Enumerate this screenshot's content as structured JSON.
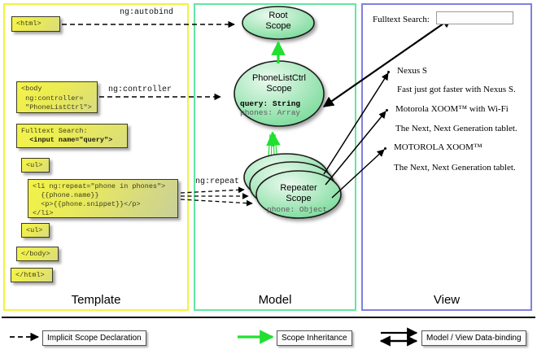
{
  "panels": {
    "template": {
      "label": "Template",
      "border_color": "#f2f240"
    },
    "model": {
      "label": "Model",
      "border_color": "#63e6a0"
    },
    "view": {
      "label": "View",
      "border_color": "#8080e0"
    }
  },
  "template_boxes": [
    {
      "name": "html-open-tag-box",
      "text": "<html>"
    },
    {
      "name": "body-controller-box",
      "line1": "<body",
      "line2": " ng:controller=",
      "line3": " \"PhoneListCtrl\">"
    },
    {
      "name": "fulltext-search-box",
      "line1": "Fulltext Search:",
      "line2": "  <input name=\"query\">"
    },
    {
      "name": "ul-open-tag-box",
      "text": "<ul>"
    },
    {
      "name": "li-repeat-box",
      "line1": "<li ng:repeat=\"phone in phones\">",
      "line2": "  {{phone.name}}",
      "line3": "  <p>{{phone.snippet}}</p>",
      "line4": "</li>"
    },
    {
      "name": "ul-close-tag-box",
      "text": "<ul>"
    },
    {
      "name": "body-close-tag-box",
      "text": "</body>"
    },
    {
      "name": "html-close-tag-box",
      "text": "</html>"
    }
  ],
  "edge_labels": {
    "autobind": "ng:autobind",
    "controller": "ng:controller",
    "repeat": "ng:repeat"
  },
  "scopes": {
    "root": {
      "line1": "Root",
      "line2": "Scope"
    },
    "phonelist": {
      "line1": "PhoneListCtrl",
      "line2": "Scope",
      "prop1": "query: String",
      "prop2": "phones: Array"
    },
    "repeater": {
      "line1": "Repeater",
      "line2": "Scope",
      "prop1": "phone: Object"
    }
  },
  "view": {
    "search_label": "Fulltext Search:",
    "search_value": "",
    "items": [
      {
        "title": "Nexus S",
        "snippet": "Fast just got faster with Nexus S."
      },
      {
        "title": "Motorola XOOM™  with Wi-Fi",
        "snippet": "The Next, Next Generation tablet."
      },
      {
        "title": "MOTOROLA XOOM™",
        "snippet": "The Next, Next Generation tablet."
      }
    ]
  },
  "legend": [
    {
      "name": "implicit-scope-declaration",
      "label": "Implicit Scope Declaration",
      "style": "dashed-black"
    },
    {
      "name": "scope-inheritance",
      "label": "Scope Inheritance",
      "style": "solid-green"
    },
    {
      "name": "model-view-data-binding",
      "label": "Model / View Data-binding",
      "style": "double-black"
    }
  ],
  "colors": {
    "template_border": "#f2f240",
    "model_border": "#63e6a0",
    "view_border": "#8080e0",
    "inheritance_green": "#20e030",
    "scope_fill_light": "#e4f7e8",
    "scope_fill_dark": "#72d993",
    "code_yellow": "#eded50"
  }
}
